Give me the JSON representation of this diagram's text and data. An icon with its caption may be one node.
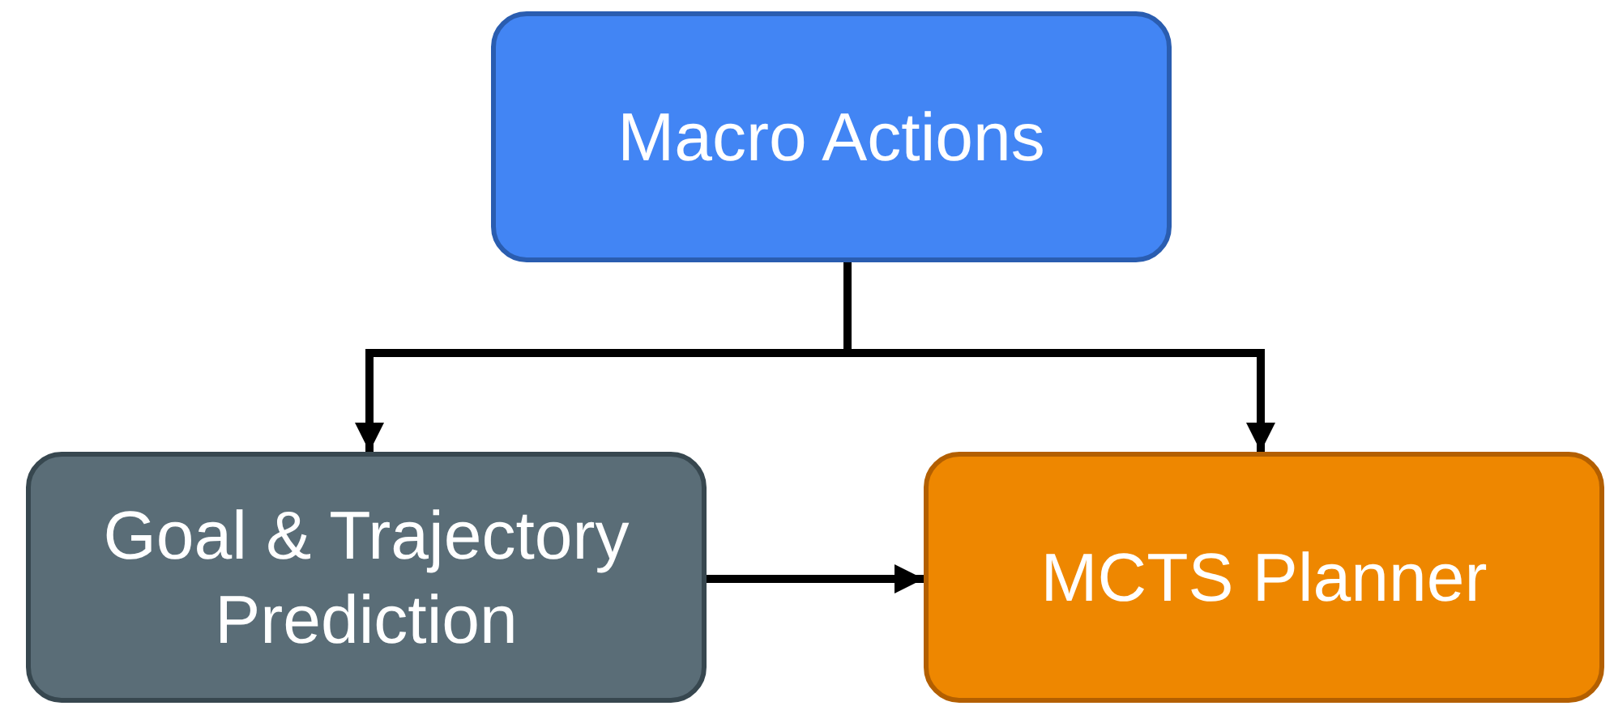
{
  "diagram": {
    "nodes": [
      {
        "text": [
          "Macro Actions"
        ]
      },
      {
        "text": [
          "Goal & Trajectory Prediction"
        ]
      },
      {
        "text": [
          "MCTS Planner"
        ]
      }
    ],
    "edges": [
      {
        "from": 0,
        "to": 1,
        "arrow": "to"
      },
      {
        "from": 0,
        "to": 2,
        "arrow": "to"
      },
      {
        "from": 1,
        "to": 2,
        "arrow": "to"
      }
    ]
  }
}
